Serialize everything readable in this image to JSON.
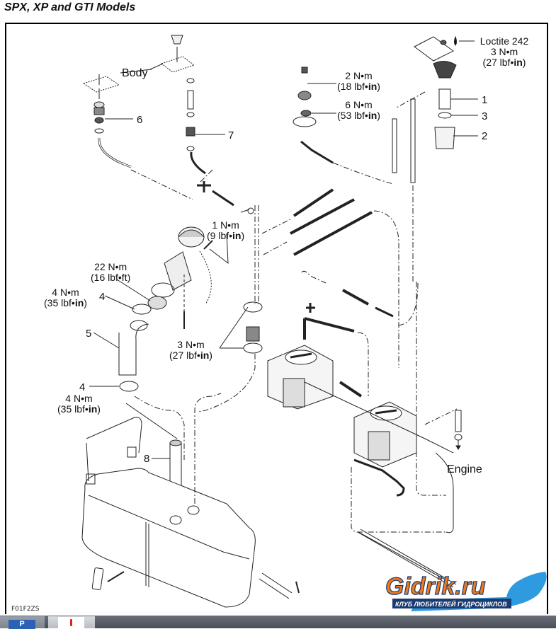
{
  "title": "SPX, XP and GTI Models",
  "figure_code": "F01F2ZS",
  "labels": {
    "body": "Body",
    "engine": "Engine",
    "loctite_name": "Loctite 242",
    "loctite_torque_metric": "3 N•m",
    "loctite_torque_imperial_pre": "(27 lbf•",
    "loctite_torque_imperial_unit": "in",
    "t2_metric": "2 N•m",
    "t2_imperial_pre": "(18 lbf•",
    "t2_imperial_unit": "in",
    "t6_metric": "6 N•m",
    "t6_imperial_pre": "(53 lbf•",
    "t6_imperial_unit": "in",
    "t1_metric": "1 N•m",
    "t1_imperial_pre": "(9 lbf•",
    "t1_imperial_unit": "in",
    "t22_metric": "22 N•m",
    "t22_imperial": "(16 lbf•ft)",
    "t4a_metric": "4 N•m",
    "t4a_imperial_pre": "(35 lbf•",
    "t4a_imperial_unit": "in",
    "t3_metric": "3 N•m",
    "t3_imperial_pre": "(27 lbf•",
    "t3_imperial_unit": "in",
    "t4b_metric": "4 N•m",
    "t4b_imperial_pre": "(35 lbf•",
    "t4b_imperial_unit": "in",
    "close_paren": ")"
  },
  "callouts": {
    "c1": "1",
    "c2": "2",
    "c3": "3",
    "c4a": "4",
    "c4b": "4",
    "c5": "5",
    "c6": "6",
    "c7": "7",
    "c8": "8"
  },
  "logo": {
    "name": "Gidrik.ru",
    "tagline": "КЛУБ ЛЮБИТЕЛЕЙ ГИДРОЦИКЛОВ",
    "orange": "#f07a1a",
    "blue": "#2e9be0"
  },
  "taskbar": {
    "btn1_glyph": "P"
  }
}
